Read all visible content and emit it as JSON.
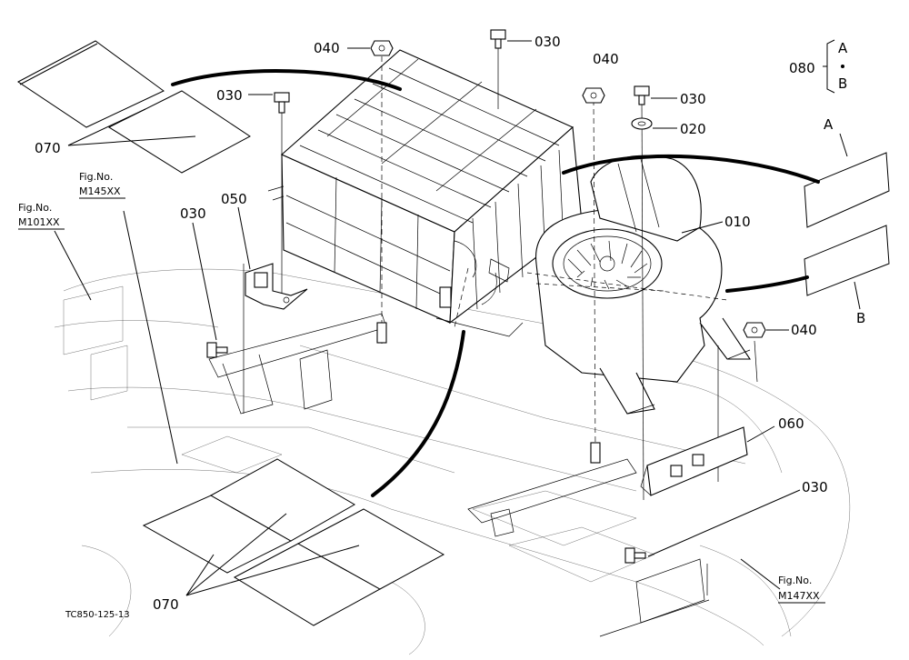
{
  "callouts": {
    "c040_top": "040",
    "c030_top": "030",
    "c040_mid": "040",
    "c030_right": "030",
    "c020": "020",
    "c030_left": "030",
    "c080": "080",
    "c080_a": "A",
    "c080_b": "B",
    "c070_top": "070",
    "c050": "050",
    "c030_lower": "030",
    "c010": "010",
    "c040_right": "040",
    "c060": "060",
    "c030_bottom": "030",
    "c070_bottom": "070",
    "label_a": "A",
    "label_b": "B"
  },
  "figrefs": {
    "m145": {
      "label": "Fig.No.",
      "code": "M145XX"
    },
    "m101": {
      "label": "Fig.No.",
      "code": "M101XX"
    },
    "m147": {
      "label": "Fig.No.",
      "code": "M147XX"
    }
  },
  "drawing_code": "TC850-125-13"
}
